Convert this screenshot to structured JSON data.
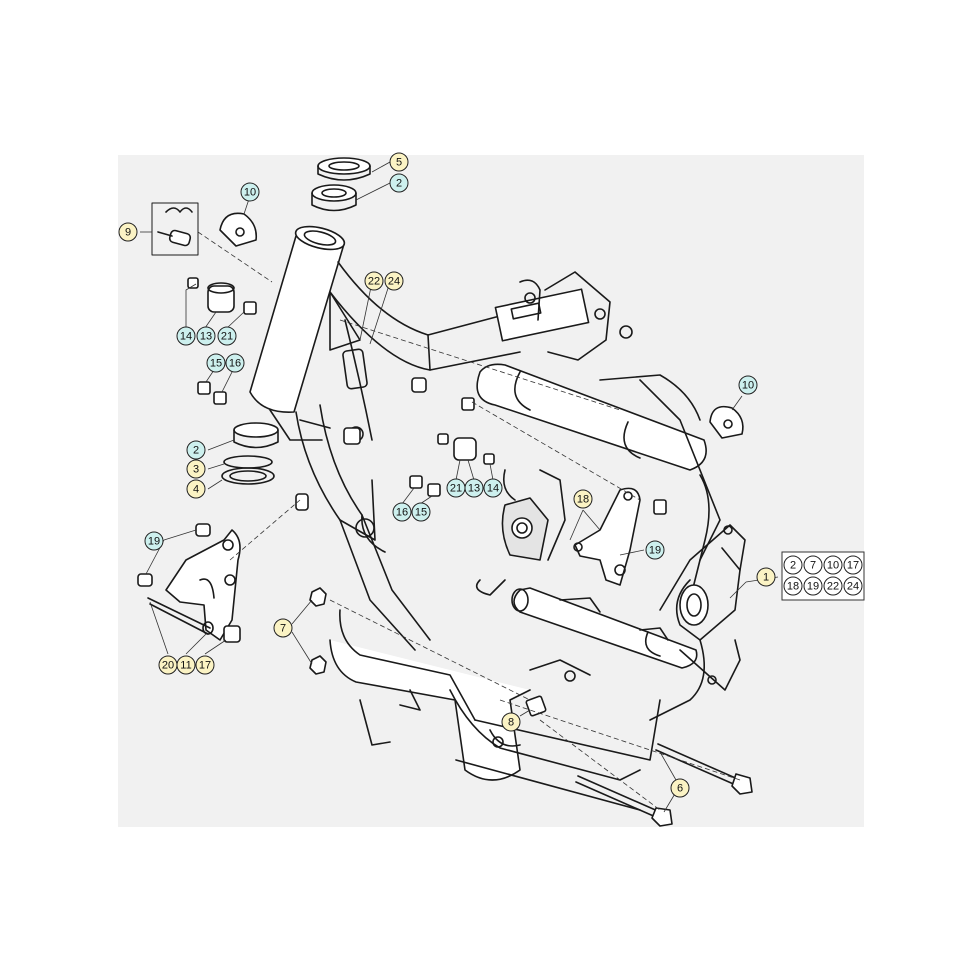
{
  "colors": {
    "background": "#ffffff",
    "panel": "#f1f1f1",
    "outline": "#1a1a1a",
    "callout_yellow": "#fbf3c4",
    "callout_cyan": "#cdf0ee",
    "callout_white": "#ffffff"
  },
  "callouts": [
    {
      "id": "c5",
      "label": "5",
      "color": "yellow"
    },
    {
      "id": "c2a",
      "label": "2",
      "color": "cyan"
    },
    {
      "id": "c10a",
      "label": "10",
      "color": "cyan"
    },
    {
      "id": "c9",
      "label": "9",
      "color": "yellow"
    },
    {
      "id": "c22",
      "label": "22",
      "color": "yellow"
    },
    {
      "id": "c24",
      "label": "24",
      "color": "yellow"
    },
    {
      "id": "c14a",
      "label": "14",
      "color": "cyan"
    },
    {
      "id": "c13a",
      "label": "13",
      "color": "cyan"
    },
    {
      "id": "c21a",
      "label": "21",
      "color": "cyan"
    },
    {
      "id": "c15a",
      "label": "15",
      "color": "cyan"
    },
    {
      "id": "c16a",
      "label": "16",
      "color": "cyan"
    },
    {
      "id": "c10b",
      "label": "10",
      "color": "cyan"
    },
    {
      "id": "c2b",
      "label": "2",
      "color": "cyan"
    },
    {
      "id": "c3",
      "label": "3",
      "color": "yellow"
    },
    {
      "id": "c4",
      "label": "4",
      "color": "yellow"
    },
    {
      "id": "c21b",
      "label": "21",
      "color": "cyan"
    },
    {
      "id": "c13b",
      "label": "13",
      "color": "cyan"
    },
    {
      "id": "c14b",
      "label": "14",
      "color": "cyan"
    },
    {
      "id": "c16b",
      "label": "16",
      "color": "cyan"
    },
    {
      "id": "c15b",
      "label": "15",
      "color": "cyan"
    },
    {
      "id": "c18",
      "label": "18",
      "color": "yellow"
    },
    {
      "id": "c19a",
      "label": "19",
      "color": "cyan"
    },
    {
      "id": "c19b",
      "label": "19",
      "color": "cyan"
    },
    {
      "id": "c1",
      "label": "1",
      "color": "yellow"
    },
    {
      "id": "c7",
      "label": "7",
      "color": "yellow"
    },
    {
      "id": "c20",
      "label": "20",
      "color": "yellow"
    },
    {
      "id": "c11",
      "label": "11",
      "color": "yellow"
    },
    {
      "id": "c17",
      "label": "17",
      "color": "yellow"
    },
    {
      "id": "c8",
      "label": "8",
      "color": "yellow"
    },
    {
      "id": "c6",
      "label": "6",
      "color": "yellow"
    }
  ],
  "kit_box": {
    "row1": [
      "2",
      "7",
      "10",
      "17"
    ],
    "row2": [
      "18",
      "19",
      "22",
      "24"
    ]
  }
}
